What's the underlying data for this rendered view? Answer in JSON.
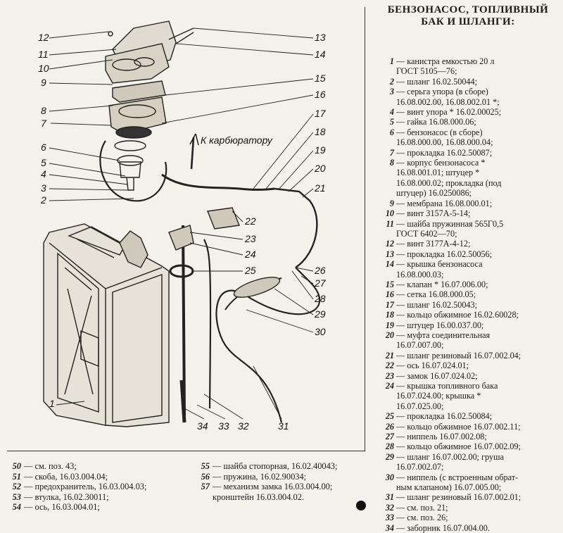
{
  "title": {
    "line1": "БЕНЗОНАСОС, ТОПЛИВНЫЙ",
    "line2": "БАК И ШЛАНГИ:"
  },
  "diagram": {
    "label_carb": "К карбюратору",
    "callouts": [
      "1",
      "2",
      "3",
      "4",
      "5",
      "6",
      "7",
      "8",
      "9",
      "10",
      "11",
      "12",
      "13",
      "14",
      "15",
      "16",
      "17",
      "18",
      "19",
      "20",
      "21",
      "22",
      "23",
      "24",
      "25",
      "26",
      "27",
      "28",
      "29",
      "30",
      "31",
      "32",
      "33",
      "34"
    ]
  },
  "legend": [
    {
      "num": "1",
      "text": "— канистра емкостью 20 л\nГОСТ 5105—76;"
    },
    {
      "num": "2",
      "text": "— шланг 16.02.50044;"
    },
    {
      "num": "3",
      "text": "— серьга упора (в сборе)\n16.08.002.00, 16.08.002.01 *;"
    },
    {
      "num": "4",
      "text": "— винт упора * 16.02.00025;"
    },
    {
      "num": "5",
      "text": "— гайка 16.08.000.06;"
    },
    {
      "num": "6",
      "text": "— бензонасос (в сборе)\n16.08.000.00, 16.08.000.04;"
    },
    {
      "num": "7",
      "text": "— прокладка 16.02.50087;"
    },
    {
      "num": "8",
      "text": "— корпус бензонасоса *\n16.08.001.01; штуцер *\n16.08.000.02; прокладка (под\nштуцер) 16.0250086;"
    },
    {
      "num": "9",
      "text": "— мембрана 16.08.000.01;"
    },
    {
      "num": "10",
      "text": "— винт 3157А-5-14;"
    },
    {
      "num": "11",
      "text": "— шайба пружинная 565Г0,5\nГОСТ 6402—70;"
    },
    {
      "num": "12",
      "text": "— винт 3177А-4-12;"
    },
    {
      "num": "13",
      "text": "— прокладка 16.02.50056;"
    },
    {
      "num": "14",
      "text": "— крышка бензонасоса\n16.08.000.03;"
    },
    {
      "num": "15",
      "text": "— клапан * 16.07.006.00;"
    },
    {
      "num": "16",
      "text": "— сетка 16.08.000.05;"
    },
    {
      "num": "17",
      "text": "— шланг 16.02.50043;"
    },
    {
      "num": "18",
      "text": "— кольцо обжимное 16.02.60028;"
    },
    {
      "num": "19",
      "text": "— штуцер 16.00.037.00;"
    },
    {
      "num": "20",
      "text": "— муфта соединительная\n16.07.007.00;"
    },
    {
      "num": "21",
      "text": "— шланг резиновый 16.07.002.04;"
    },
    {
      "num": "22",
      "text": "— ось 16.07.024.01;"
    },
    {
      "num": "23",
      "text": "— замок 16.07.024.02;"
    },
    {
      "num": "24",
      "text": "— крышка топливного бака\n16.07.024.00; крышка *\n16.07.025.00;"
    },
    {
      "num": "25",
      "text": "— прокладка 16.02.50084;"
    },
    {
      "num": "26",
      "text": "— кольцо обжимное 16.07.002.11;"
    },
    {
      "num": "27",
      "text": "— ниппель 16.07.002.08;"
    },
    {
      "num": "28",
      "text": "— кольцо обжимное 16.07.002.09;"
    },
    {
      "num": "29",
      "text": "— шланг 16.07.002.00; груша\n16.07.002.07;"
    },
    {
      "num": "30",
      "text": "— ниппель (с встроенным обрат-\nным клапаном) 16.07.005.00;"
    },
    {
      "num": "31",
      "text": "— шланг резиновый 16.07.002.01;"
    },
    {
      "num": "32",
      "text": "— см. поз. 21;"
    },
    {
      "num": "33",
      "text": "— см. поз. 26;"
    },
    {
      "num": "34",
      "text": "— заборник 16.07.004.00."
    }
  ],
  "bottom_left": [
    {
      "num": "50",
      "text": "— см. поз. 43;"
    },
    {
      "num": "51",
      "text": "— скоба, 16.03.004.04;"
    },
    {
      "num": "52",
      "text": "— предохранитель, 16.03.004.03;"
    },
    {
      "num": "53",
      "text": "— втулка, 16.02.30011;"
    },
    {
      "num": "54",
      "text": "— ось, 16.03.004.01;"
    }
  ],
  "bottom_right": [
    {
      "num": "55",
      "text": "— шайба стопорная, 16.02.40043;"
    },
    {
      "num": "56",
      "text": "— пружина, 16.02.90034;"
    },
    {
      "num": "57",
      "text": "— механизм замка 16.03.004.00;\nкронштейн 16.03.004.02."
    }
  ]
}
